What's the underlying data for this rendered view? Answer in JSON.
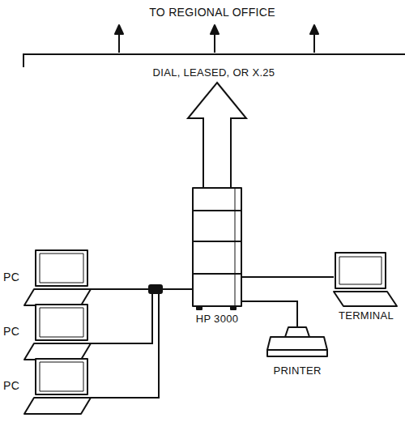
{
  "diagram": {
    "nodes": [
      {
        "text": [
          "DIAL, LEASED, OR X.25"
        ]
      },
      {
        "text": [
          "PC"
        ]
      },
      {
        "text": [
          "PC"
        ]
      },
      {
        "text": [
          "PC"
        ]
      },
      {
        "text": [
          "HP 3000"
        ]
      },
      {
        "text": [
          "TERMINAL"
        ]
      },
      {
        "text": [
          "PRINTER"
        ]
      }
    ],
    "edges": [
      {
        "from": 1,
        "to": 4,
        "arrow": "none"
      },
      {
        "from": 2,
        "to": 4,
        "arrow": "none"
      },
      {
        "from": 3,
        "to": 4,
        "arrow": "none"
      },
      {
        "from": 4,
        "to": 5,
        "arrow": "none"
      },
      {
        "from": 4,
        "to": 6,
        "arrow": "none"
      },
      {
        "from": 4,
        "to": 0,
        "arrow": "to"
      }
    ],
    "labels": [
      "TO REGIONAL OFFICE"
    ]
  }
}
